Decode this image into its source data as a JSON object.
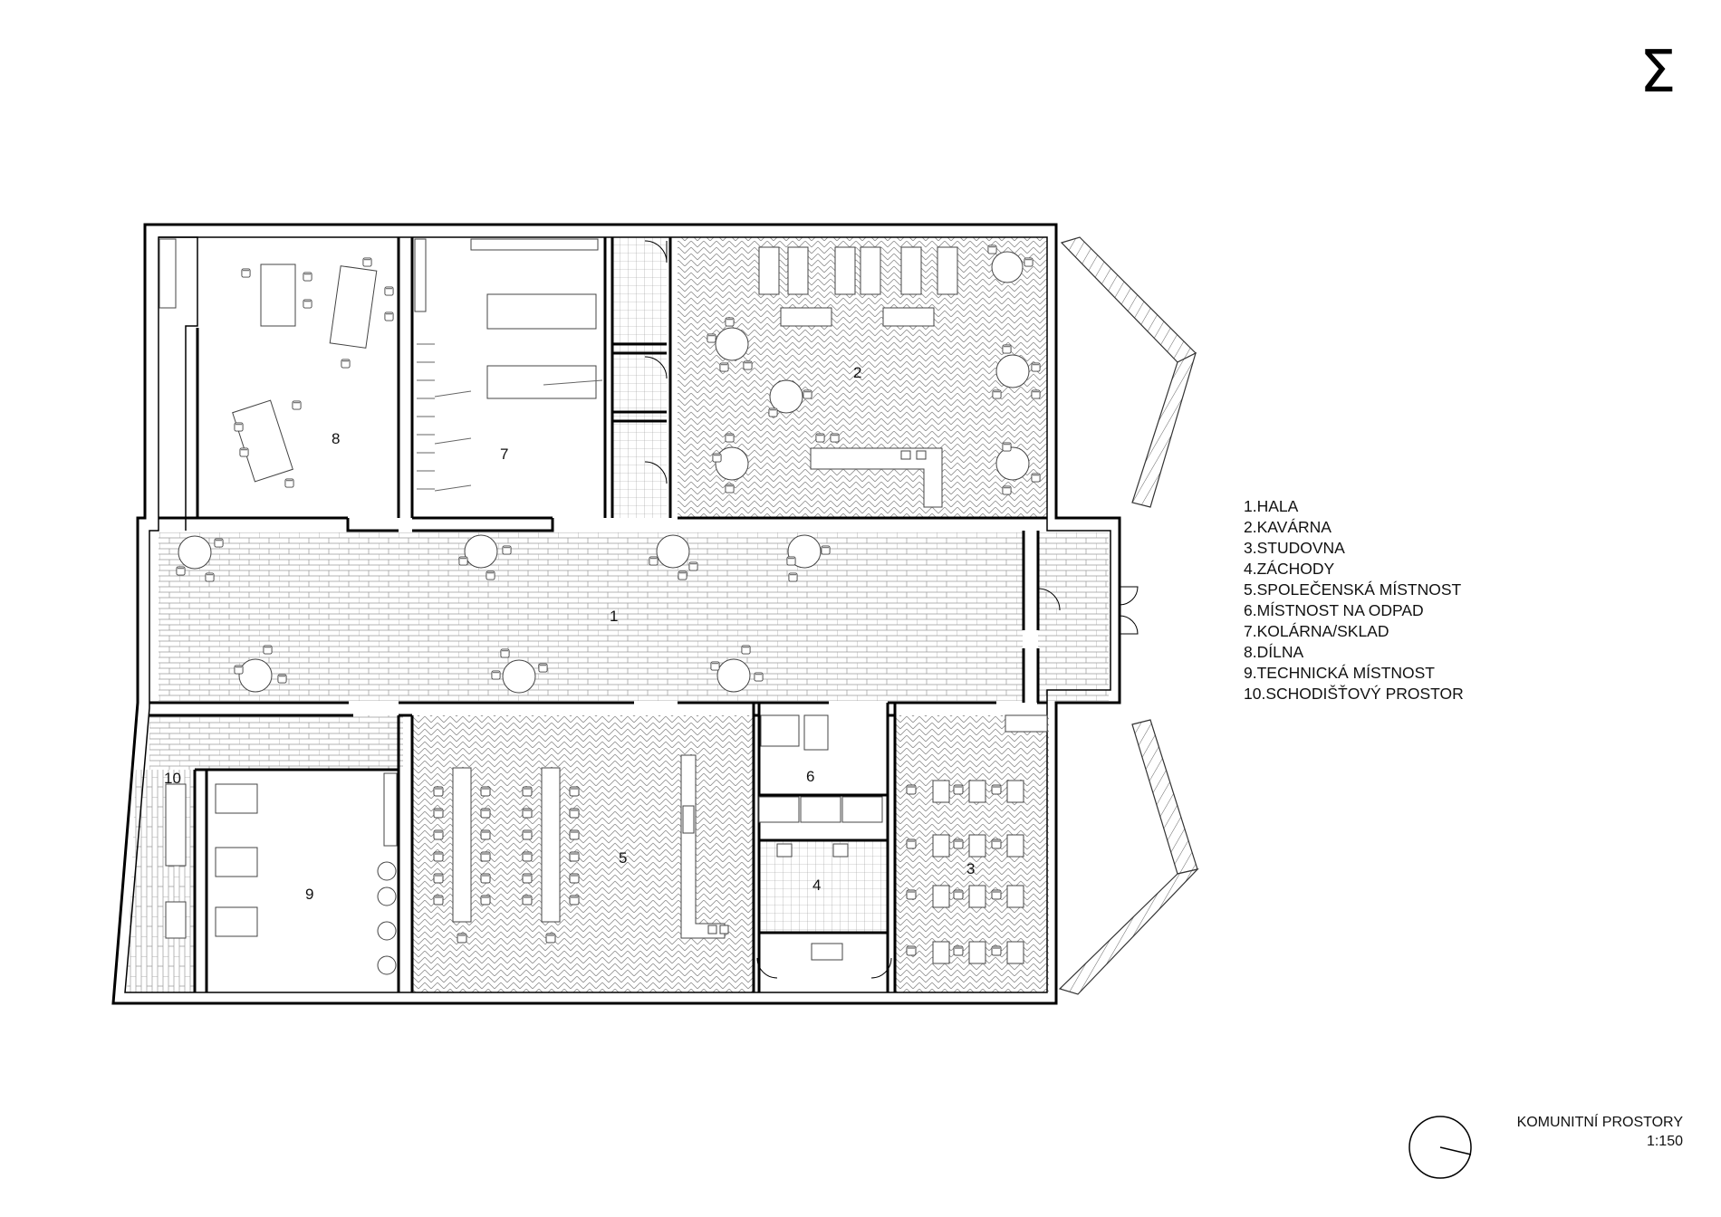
{
  "drawing": {
    "logo_symbol": "Σ",
    "title": "KOMUNITNÍ PROSTORY",
    "scale": "1:150"
  },
  "legend": [
    "1.HALA",
    "2.KAVÁRNA",
    "3.STUDOVNA",
    "4.ZÁCHODY",
    "5.SPOLEČENSKÁ MÍSTNOST",
    "6.MÍSTNOST NA ODPAD",
    "7.KOLÁRNA/SKLAD",
    "8.DÍLNA",
    "9.TECHNICKÁ MÍSTNOST",
    "10.SCHODIŠŤOVÝ PROSTOR"
  ],
  "room_numbers": {
    "hala": "1",
    "kavarna": "2",
    "studovna": "3",
    "zachody": "4",
    "spolecenska": "5",
    "odpad": "6",
    "kolarna": "7",
    "dilna": "8",
    "technicka": "9",
    "schodiste": "10"
  },
  "colors": {
    "wall": "#000000",
    "hatch": "#9a9a9a",
    "furniture": "#444444",
    "paper": "#ffffff"
  }
}
